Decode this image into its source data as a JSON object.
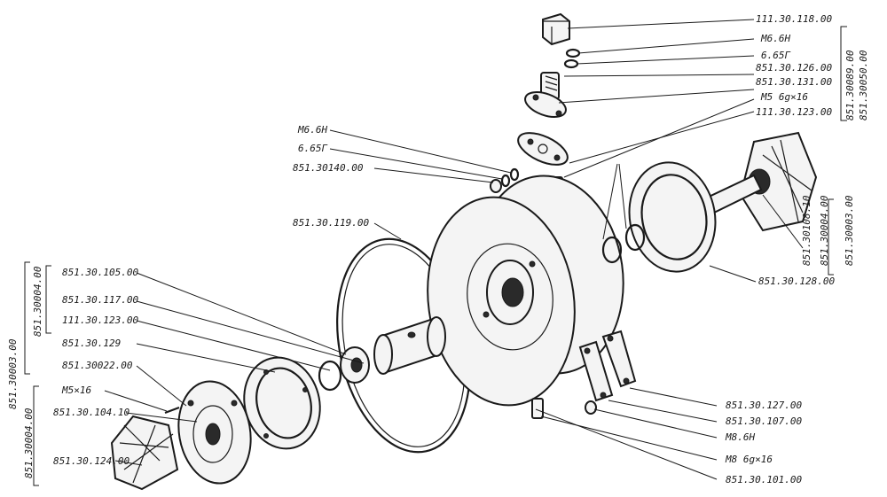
{
  "labels": {
    "l1": "111.30.118.00",
    "l2": "M6.6H",
    "l3": "6.65Г",
    "l4": "851.30.126.00",
    "l5": "851.30.131.00",
    "l6": "M5 6g×16",
    "l7": "111.30.123.00",
    "l8": "M6.6H",
    "l9": "6.65Г",
    "l10": "851.30140.00",
    "l11": "851.30.119.00",
    "l12": "851.30.105.00",
    "l13": "851.30.117.00",
    "l14": "111.30.123.00",
    "l15": "851.30.129",
    "l16": "851.30022.00",
    "l17": "M5×16",
    "l18": "851.30.104.10",
    "l19": "851.30.124.00",
    "l20": "851.30.127.00",
    "l21": "851.30.107.00",
    "l22": "M8.6H",
    "l23": "M8 6g×16",
    "l24": "851.30.101.00",
    "l25": "851.30.128.00",
    "v1": "851.30089.00",
    "v2": "851.30050.00",
    "v3": "851.30108.10",
    "v4": "851.30004.00",
    "v5": "851.30003.00",
    "v6": "851.30003.00",
    "v7": "851.30004.00",
    "v8": "851.30004.00"
  }
}
